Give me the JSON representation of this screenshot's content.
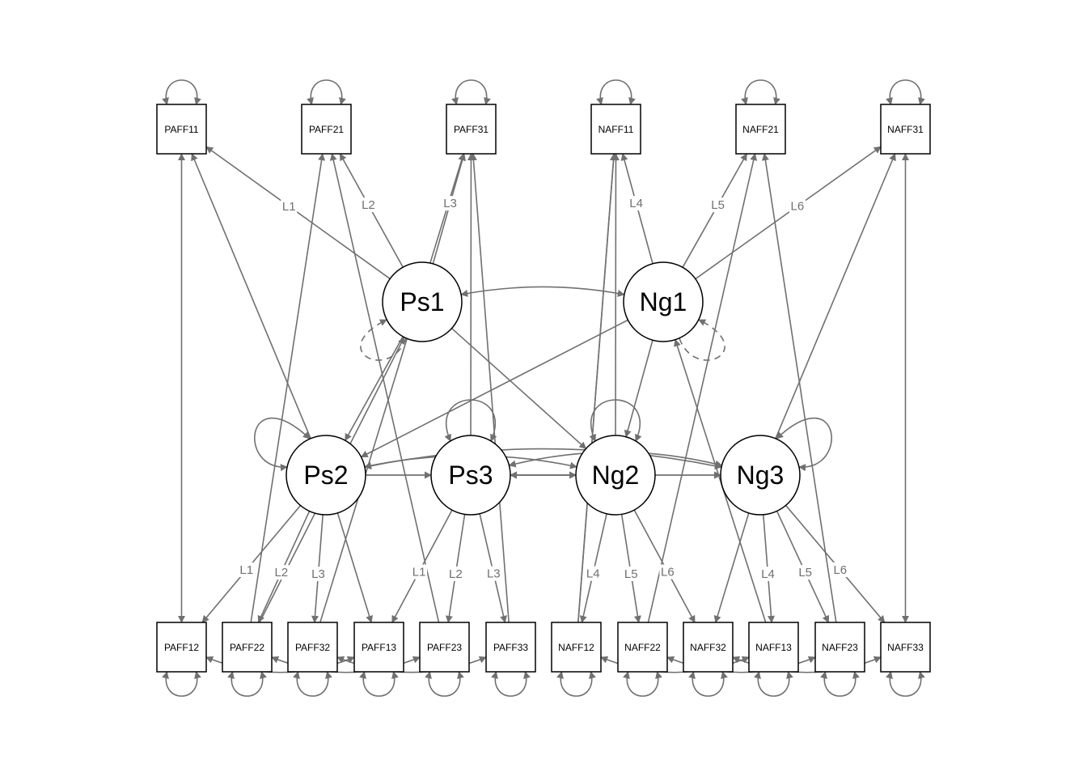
{
  "latents": [
    {
      "id": "Ps1",
      "label": "Ps1"
    },
    {
      "id": "Ng1",
      "label": "Ng1"
    },
    {
      "id": "Ps2",
      "label": "Ps2"
    },
    {
      "id": "Ps3",
      "label": "Ps3"
    },
    {
      "id": "Ng2",
      "label": "Ng2"
    },
    {
      "id": "Ng3",
      "label": "Ng3"
    }
  ],
  "indicators": [
    {
      "id": "PAFF11",
      "label": "PAFF11"
    },
    {
      "id": "PAFF21",
      "label": "PAFF21"
    },
    {
      "id": "PAFF31",
      "label": "PAFF31"
    },
    {
      "id": "NAFF11",
      "label": "NAFF11"
    },
    {
      "id": "NAFF21",
      "label": "NAFF21"
    },
    {
      "id": "NAFF31",
      "label": "NAFF31"
    },
    {
      "id": "PAFF12",
      "label": "PAFF12"
    },
    {
      "id": "PAFF22",
      "label": "PAFF22"
    },
    {
      "id": "PAFF32",
      "label": "PAFF32"
    },
    {
      "id": "PAFF13",
      "label": "PAFF13"
    },
    {
      "id": "PAFF23",
      "label": "PAFF23"
    },
    {
      "id": "PAFF33",
      "label": "PAFF33"
    },
    {
      "id": "NAFF12",
      "label": "NAFF12"
    },
    {
      "id": "NAFF22",
      "label": "NAFF22"
    },
    {
      "id": "NAFF32",
      "label": "NAFF32"
    },
    {
      "id": "NAFF13",
      "label": "NAFF13"
    },
    {
      "id": "NAFF23",
      "label": "NAFF23"
    },
    {
      "id": "NAFF33",
      "label": "NAFF33"
    }
  ],
  "loadings": [
    {
      "from": "Ps1",
      "to": "PAFF11",
      "label": "L1"
    },
    {
      "from": "Ps1",
      "to": "PAFF21",
      "label": "L2"
    },
    {
      "from": "Ps1",
      "to": "PAFF31",
      "label": "L3"
    },
    {
      "from": "Ng1",
      "to": "NAFF11",
      "label": "L4"
    },
    {
      "from": "Ng1",
      "to": "NAFF21",
      "label": "L5"
    },
    {
      "from": "Ng1",
      "to": "NAFF31",
      "label": "L6"
    },
    {
      "from": "Ps2",
      "to": "PAFF12",
      "label": "L1"
    },
    {
      "from": "Ps2",
      "to": "PAFF22",
      "label": "L2"
    },
    {
      "from": "Ps2",
      "to": "PAFF32",
      "label": "L3"
    },
    {
      "from": "Ps3",
      "to": "PAFF13",
      "label": "L1"
    },
    {
      "from": "Ps3",
      "to": "PAFF23",
      "label": "L2"
    },
    {
      "from": "Ps3",
      "to": "PAFF33",
      "label": "L3"
    },
    {
      "from": "Ng2",
      "to": "NAFF12",
      "label": "L4"
    },
    {
      "from": "Ng2",
      "to": "NAFF22",
      "label": "L5"
    },
    {
      "from": "Ng2",
      "to": "NAFF32",
      "label": "L6"
    },
    {
      "from": "Ng3",
      "to": "NAFF13",
      "label": "L4"
    },
    {
      "from": "Ng3",
      "to": "NAFF23",
      "label": "L5"
    },
    {
      "from": "Ng3",
      "to": "NAFF33",
      "label": "L6"
    }
  ],
  "unlabeled_loadings": [
    {
      "from": "Ps2",
      "to": "PAFF11"
    },
    {
      "from": "Ps2",
      "to": "PAFF13"
    },
    {
      "from": "Ps3",
      "to": "PAFF31"
    },
    {
      "from": "Ng2",
      "to": "NAFF11"
    },
    {
      "from": "Ng3",
      "to": "NAFF31"
    },
    {
      "from": "Ng3",
      "to": "NAFF32"
    }
  ],
  "regressions": [
    {
      "from": "Ps1",
      "to": "Ps2"
    },
    {
      "from": "Ps1",
      "to": "Ng2"
    },
    {
      "from": "Ng1",
      "to": "Ps2"
    },
    {
      "from": "Ng1",
      "to": "Ng2"
    },
    {
      "from": "Ps2",
      "to": "Ps3"
    },
    {
      "from": "Ps2",
      "to": "Ng3"
    },
    {
      "from": "Ng2",
      "to": "Ng3"
    },
    {
      "from": "Ng2",
      "to": "Ps3"
    },
    {
      "from": "Ps3",
      "to": "Ng2"
    },
    {
      "from": "PAFF22",
      "to": "Ps1"
    },
    {
      "from": "NAFF13",
      "to": "Ng1"
    },
    {
      "from": "PAFF22",
      "to": "PAFF21"
    },
    {
      "from": "PAFF32",
      "to": "PAFF31"
    },
    {
      "from": "NAFF12",
      "to": "NAFF11"
    },
    {
      "from": "NAFF22",
      "to": "NAFF21"
    },
    {
      "from": "PAFF23",
      "to": "PAFF21"
    },
    {
      "from": "PAFF33",
      "to": "PAFF31"
    },
    {
      "from": "NAFF23",
      "to": "NAFF21"
    },
    {
      "from": "NAFF12",
      "to": "NAFF11"
    }
  ],
  "covariances": [
    {
      "from": "Ps1",
      "to": "Ng1"
    },
    {
      "from": "PAFF11",
      "to": "PAFF12"
    },
    {
      "from": "NAFF31",
      "to": "NAFF33"
    },
    {
      "from": "Ng3",
      "to": "Ps2"
    },
    {
      "from": "Ng3",
      "to": "Ps3"
    },
    {
      "from": "Ng2",
      "to": "Ps2"
    },
    {
      "from": "PAFF12",
      "to": "PAFF13"
    },
    {
      "from": "PAFF22",
      "to": "PAFF23"
    },
    {
      "from": "PAFF32",
      "to": "PAFF33"
    },
    {
      "from": "NAFF12",
      "to": "NAFF13"
    },
    {
      "from": "NAFF22",
      "to": "NAFF23"
    },
    {
      "from": "NAFF32",
      "to": "NAFF33"
    }
  ],
  "self_loops_top": [
    "PAFF11",
    "PAFF21",
    "PAFF31",
    "NAFF11",
    "NAFF21",
    "NAFF31"
  ],
  "self_loops_bottom": [
    "PAFF12",
    "PAFF22",
    "PAFF32",
    "PAFF13",
    "PAFF23",
    "PAFF33",
    "NAFF12",
    "NAFF22",
    "NAFF32",
    "NAFF13",
    "NAFF23",
    "NAFF33"
  ],
  "self_loops_latent_top": [
    "Ps2",
    "Ps3",
    "Ng2",
    "Ng3"
  ],
  "fixed_variances": [
    "Ps1",
    "Ng1"
  ],
  "colors": {
    "edge": "#707070",
    "node_stroke": "#000000",
    "background": "#ffffff"
  }
}
